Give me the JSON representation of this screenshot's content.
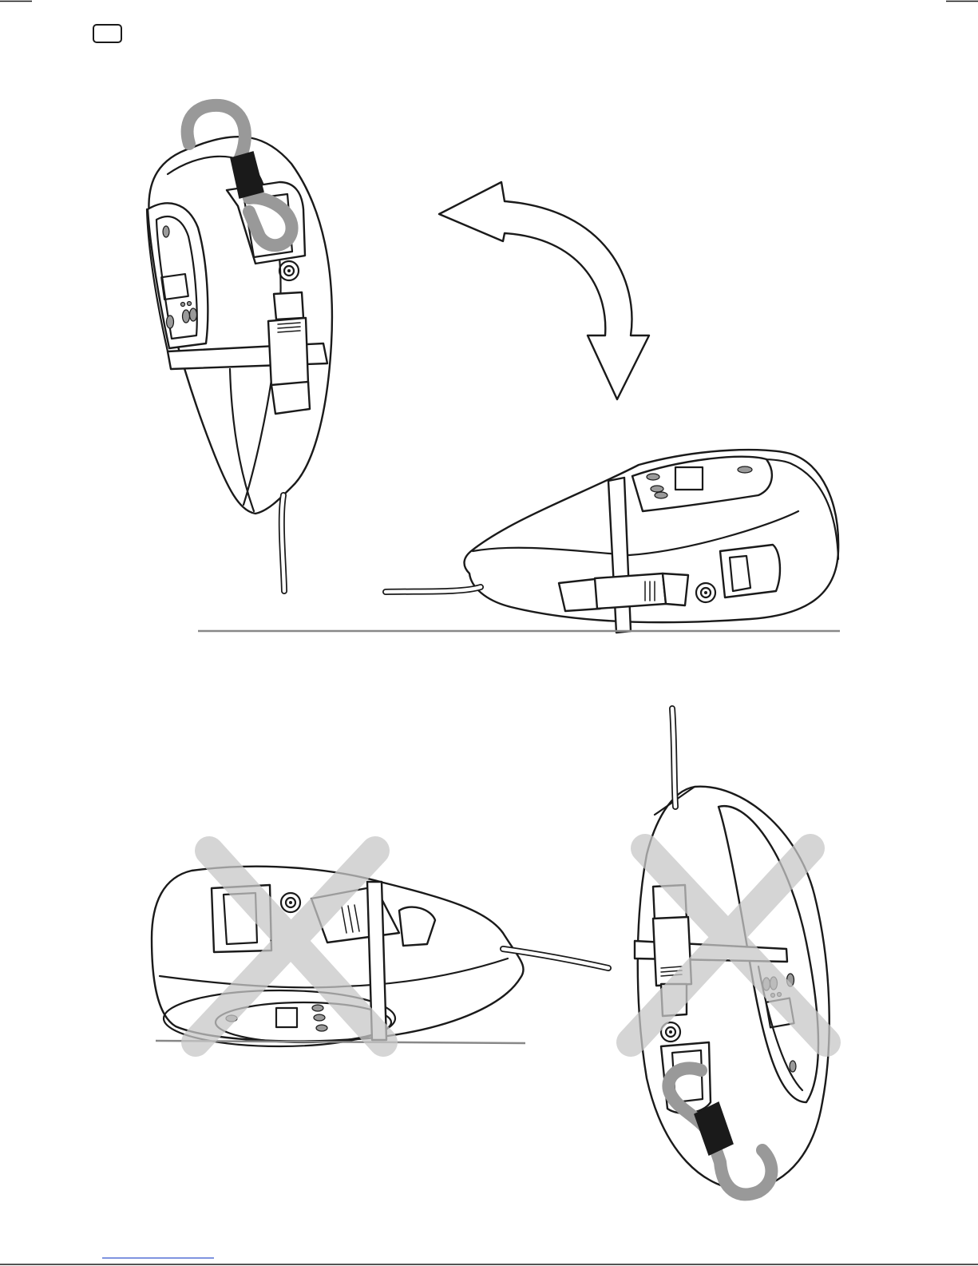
{
  "colors": {
    "outline": "#1a1a1a",
    "background": "#ffffff",
    "cable": "#999999",
    "prohibited_cross": "#cccccc",
    "ground_line": "#888888",
    "footer_link": "#3355cc"
  },
  "icons": {
    "page_badge": "rounded-rectangle",
    "orientation_arrow": "double-curved-arrow",
    "prohibited": "cross-mark"
  },
  "figures": [
    {
      "id": "upright-correct",
      "status": "correct"
    },
    {
      "id": "lying-correct",
      "status": "correct"
    },
    {
      "id": "upside-down-wrong",
      "status": "prohibited"
    },
    {
      "id": "inverted-wrong",
      "status": "prohibited"
    }
  ]
}
